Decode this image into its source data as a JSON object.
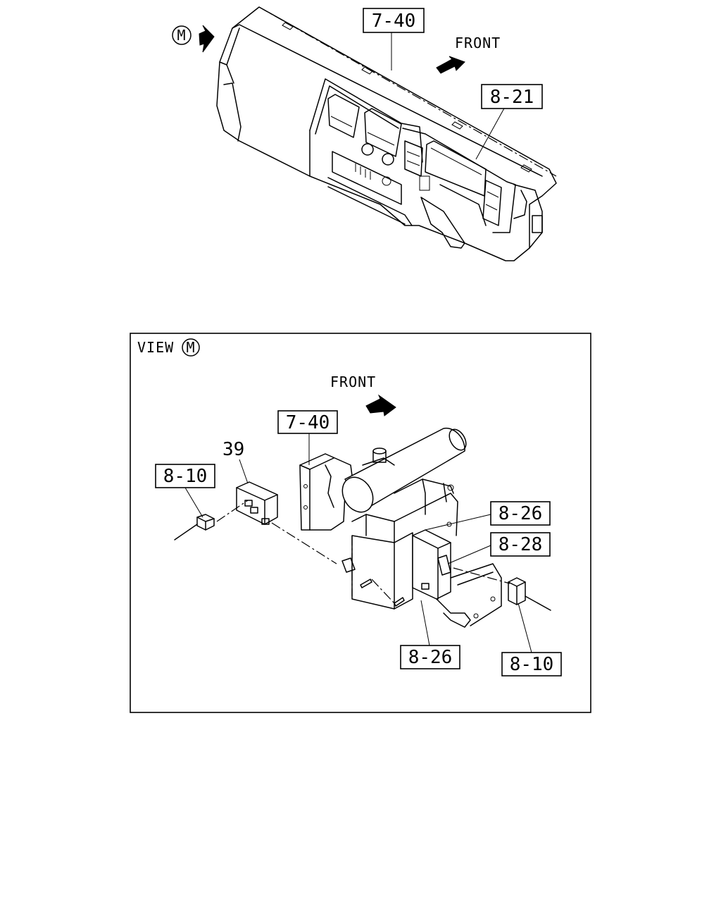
{
  "top_view": {
    "view_marker": "M",
    "front_label": "FRONT",
    "callouts": [
      "7-40",
      "8-21"
    ]
  },
  "detail_view": {
    "title": "VIEW",
    "view_marker": "M",
    "front_label": "FRONT",
    "part_number": "39",
    "callouts": [
      "7-40",
      "8-10",
      "8-26",
      "8-28",
      "8-26",
      "8-10"
    ]
  }
}
